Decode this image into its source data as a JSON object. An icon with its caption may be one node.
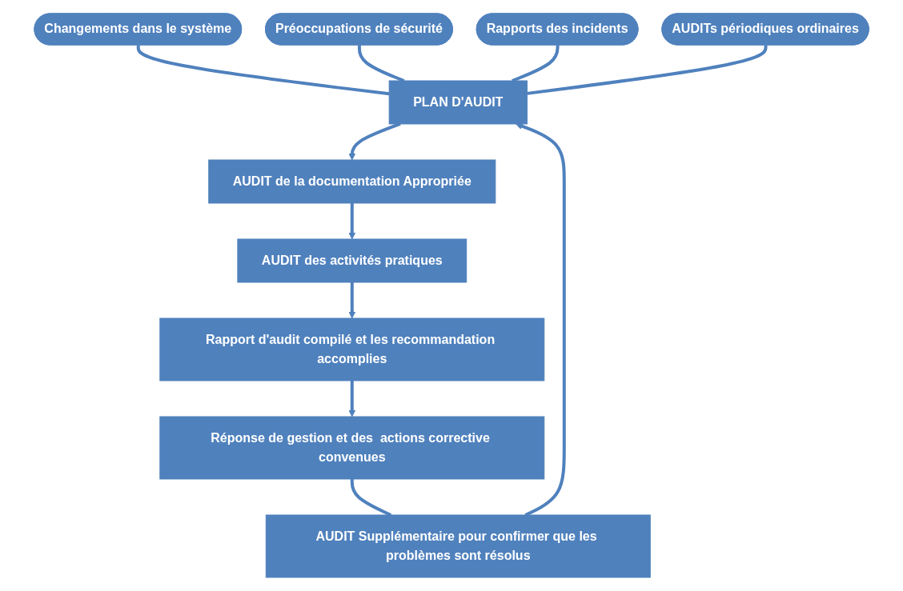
{
  "diagram": {
    "nodes": [
      {
        "text": [
          "Changements dans le système"
        ]
      },
      {
        "text": [
          "Préoccupations de sécurité"
        ]
      },
      {
        "text": [
          "Rapports des incidents"
        ]
      },
      {
        "text": [
          "AUDITs périodiques ordinaires"
        ]
      },
      {
        "text": [
          "PLAN D'AUDIT"
        ]
      },
      {
        "text": [
          "AUDIT de la documentation Appropriée"
        ]
      },
      {
        "text": [
          "AUDIT des activités pratiques"
        ]
      },
      {
        "text": [
          "Rapport d'audit compilé et les recommandation accomplies"
        ]
      },
      {
        "text": [
          "Réponse de gestion et des  actions corrective convenues"
        ]
      },
      {
        "text": [
          "AUDIT Supplémentaire pour confirmer que les problèmes sont résolus"
        ]
      }
    ],
    "edges": [
      {
        "from": 0,
        "to": 4,
        "arrow": "none"
      },
      {
        "from": 1,
        "to": 4,
        "arrow": "none"
      },
      {
        "from": 2,
        "to": 4,
        "arrow": "none"
      },
      {
        "from": 3,
        "to": 4,
        "arrow": "none"
      },
      {
        "from": 4,
        "to": 5,
        "arrow": "to"
      },
      {
        "from": 5,
        "to": 6,
        "arrow": "to"
      },
      {
        "from": 6,
        "to": 7,
        "arrow": "to"
      },
      {
        "from": 7,
        "to": 8,
        "arrow": "to"
      },
      {
        "from": 8,
        "to": 9,
        "arrow": "none"
      },
      {
        "from": 9,
        "to": 4,
        "arrow": "to"
      }
    ]
  }
}
